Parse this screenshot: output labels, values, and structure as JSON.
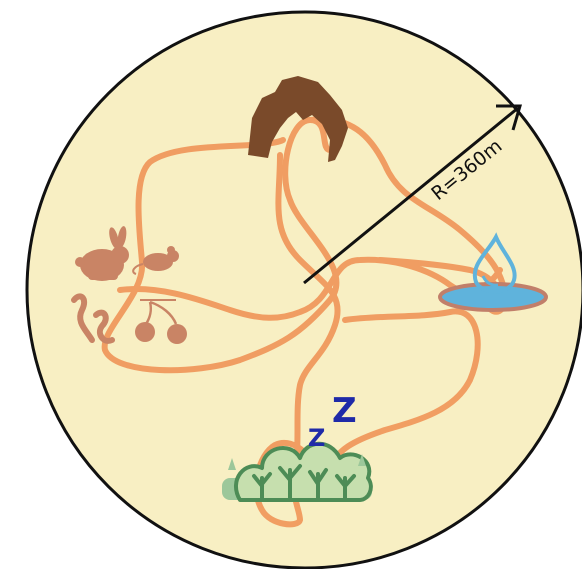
{
  "diagram": {
    "radius_label": "R=360m",
    "sleep_letters": [
      "Z",
      "Z"
    ],
    "colors": {
      "habitat_fill": "#f8efc3",
      "boundary": "#111111",
      "path": "#f0975a",
      "cave": "#7a4a2a",
      "food": "#c98465",
      "water": "#5fb3dc",
      "water_rim": "#c17f6a",
      "bush": "#9cc79a",
      "bush_outline": "#4d8c56",
      "sleep": "#1f2aa8",
      "radius_arrow": "#111111"
    },
    "icons": [
      "cave-icon",
      "rabbit-icon",
      "mouse-icon",
      "worm-icon",
      "cherry-icon",
      "water-drop-icon",
      "bush-icon",
      "sleep-icon",
      "radius-arrow-icon"
    ]
  }
}
